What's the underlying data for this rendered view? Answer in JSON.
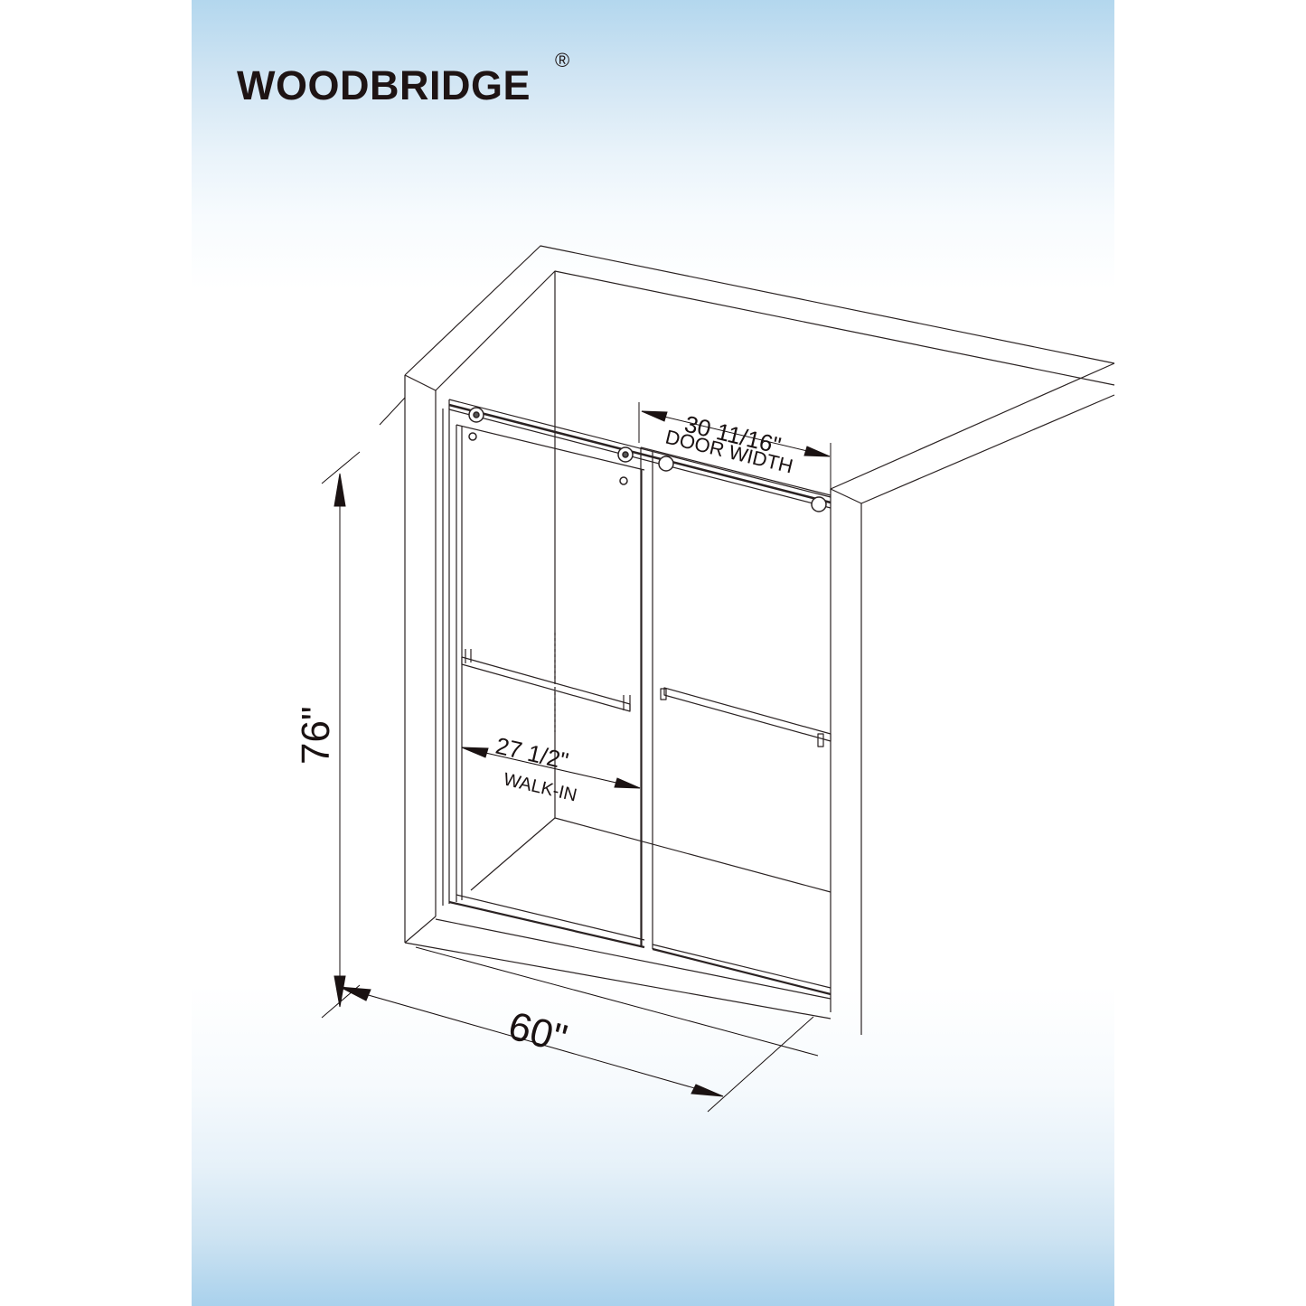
{
  "brand": {
    "name": "WOODBRIDGE",
    "registered_mark": "®"
  },
  "dimensions": {
    "door_width": {
      "value": "30 11/16\"",
      "label": "DOOR WIDTH"
    },
    "walk_in": {
      "value": "27 1/2\"",
      "label": "WALK-IN"
    },
    "height": {
      "value": "76\""
    },
    "width": {
      "value": "60\""
    }
  },
  "colors": {
    "line": "#2a2222",
    "text": "#1a1212",
    "gradient_blue": "#a9d1ec",
    "background": "#ffffff"
  }
}
